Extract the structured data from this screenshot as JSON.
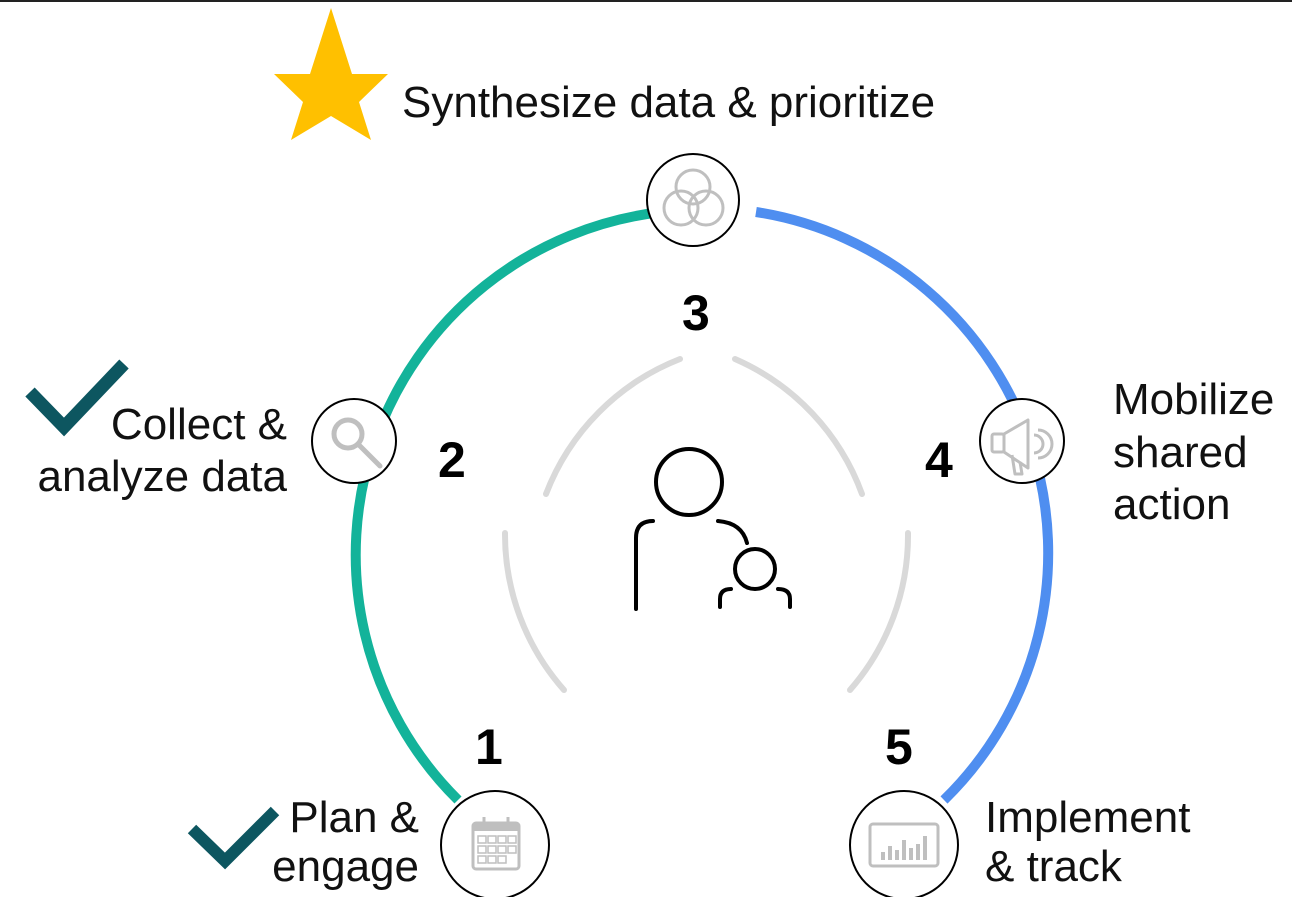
{
  "steps": [
    {
      "number": "1",
      "label_line1": "Plan &",
      "label_line2": "engage",
      "icon": "calendar-icon",
      "status": "done"
    },
    {
      "number": "2",
      "label_line1": "Collect &",
      "label_line2": "analyze data",
      "icon": "magnifier-icon",
      "status": "done"
    },
    {
      "number": "3",
      "label_line1": "Synthesize data & prioritize",
      "icon": "venn-icon",
      "status": "current"
    },
    {
      "number": "4",
      "label_line1": "Mobilize",
      "label_line2": "shared",
      "label_line3": "action",
      "icon": "megaphone-icon",
      "status": "upcoming"
    },
    {
      "number": "5",
      "label_line1": "Implement",
      "label_line2": "& track",
      "icon": "bar-chart-icon",
      "status": "upcoming"
    }
  ],
  "center_icon": "people-icon",
  "colors": {
    "done_arc": "#13b39a",
    "upcoming_arc": "#4f8ef0",
    "check": "#0d5660",
    "star": "#ffc000",
    "inner_arc": "#d9d9d9",
    "icon_gray": "#bfbfbf"
  }
}
